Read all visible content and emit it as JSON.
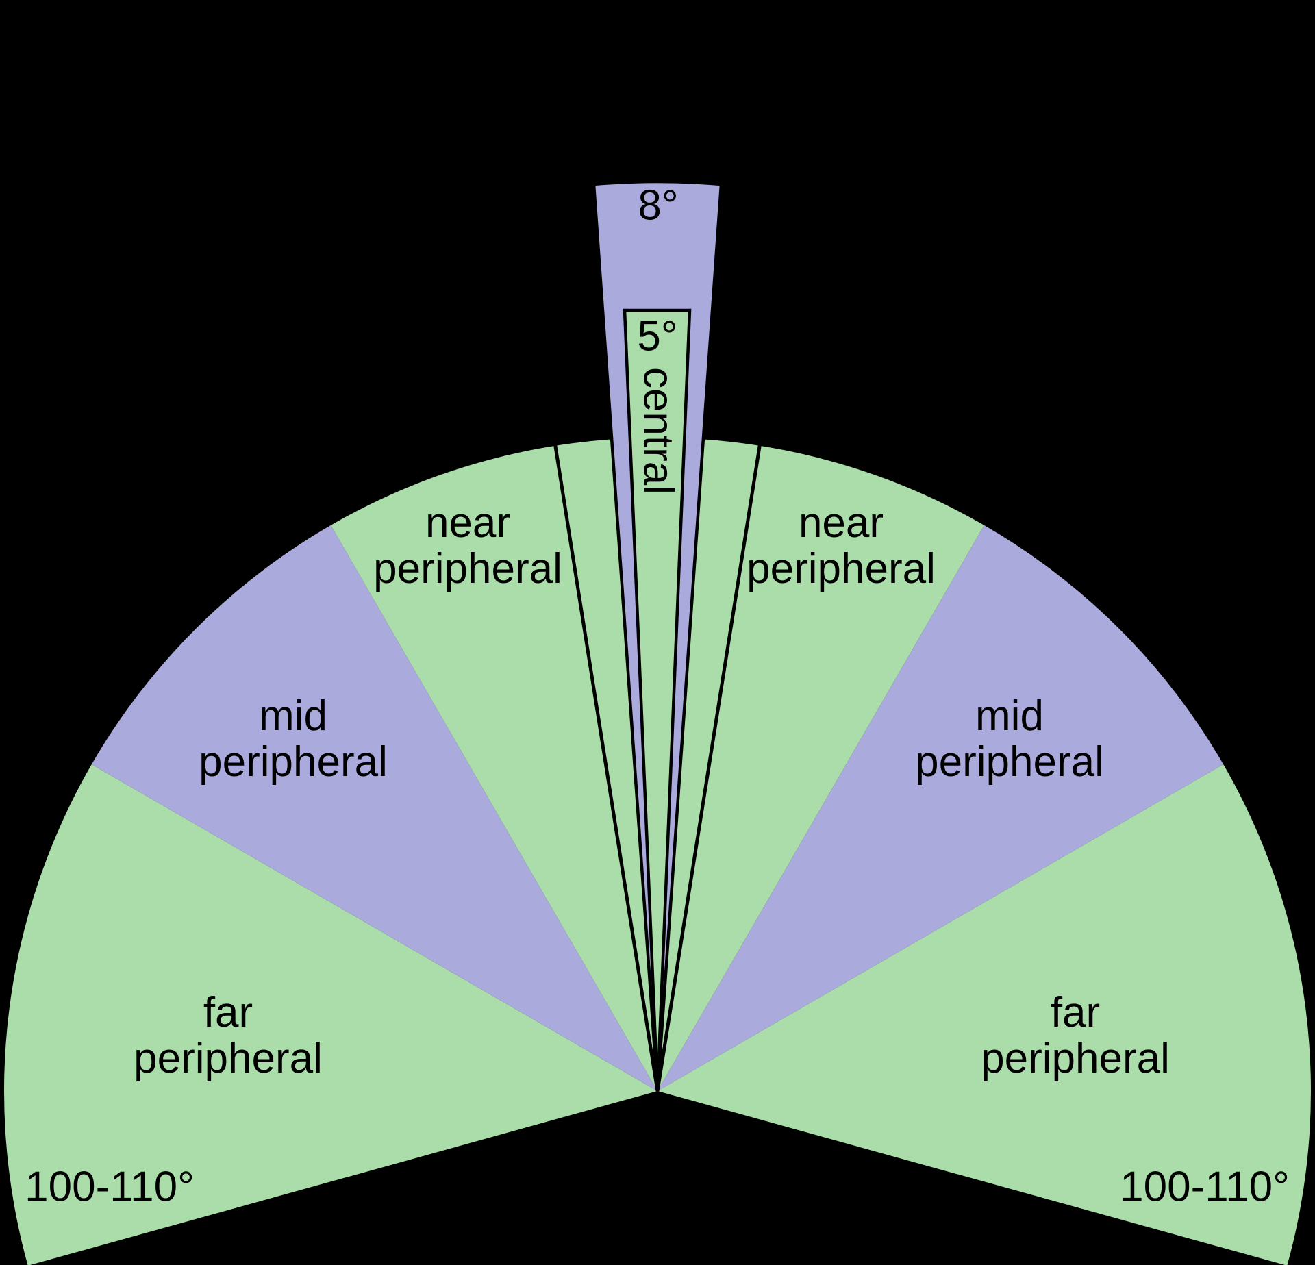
{
  "colors": {
    "background": "#000000",
    "region_green": "#aaddaa",
    "region_purple": "#aaaadd",
    "outline": "#000000",
    "label_text": "#000000"
  },
  "labels": {
    "paracentral_angle": "8°",
    "central_angle": "5°",
    "central_region": "central",
    "near_peripheral_line1": "near",
    "near_peripheral_line2": "peripheral",
    "mid_peripheral_line1": "mid",
    "mid_peripheral_line2": "peripheral",
    "far_peripheral_line1": "far",
    "far_peripheral_line2": "peripheral",
    "far_peripheral_range": "100-110°"
  }
}
